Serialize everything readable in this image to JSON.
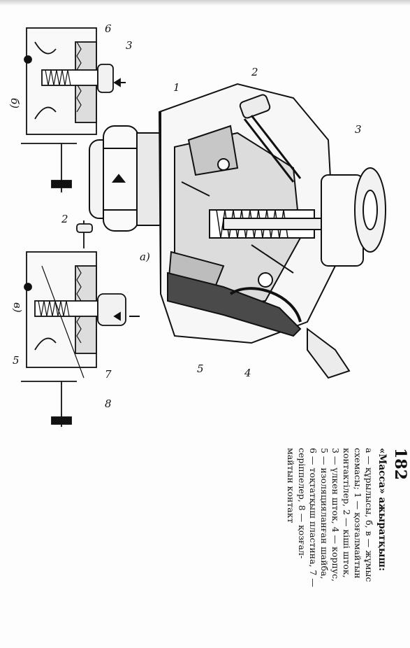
{
  "figure": {
    "number": "182",
    "title": "«Масса» ажыратқыш:",
    "legend": [
      "а — құрылысы, б, в — жұмыс",
      "схемасы; 1 — қозғалмайтын",
      "контактілер, 2 — кіші шток,",
      "3 — үлкен шток, 4 — корпус,",
      "5 — изоляцияланған шайба,",
      "6 — тоқтатқыш пластина, 7 —",
      "серіппелер, 8 — қозғал-",
      "майтын контакт"
    ]
  },
  "labels": {
    "view_a": "а)",
    "view_b": "б)",
    "view_v": "в)",
    "n1": "1",
    "n2": "2",
    "n3": "3",
    "n4": "4",
    "n5": "5",
    "n6": "6",
    "n7": "7",
    "n8": "8",
    "b_n3": "3",
    "b_n6": "6",
    "v_n2": "2",
    "v_n7": "7",
    "v_n8": "8",
    "v_n5": "5"
  }
}
